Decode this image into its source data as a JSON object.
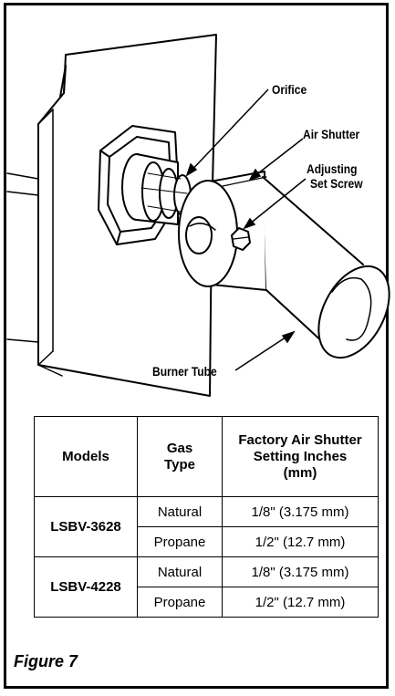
{
  "callouts": {
    "orifice": "Orifice",
    "air_shutter": "Air Shutter",
    "adjusting_line1": "Adjusting",
    "adjusting_line2": "Set Screw",
    "burner_tube": "Burner Tube"
  },
  "table": {
    "headers": {
      "models": "Models",
      "gas_type": "Gas Type",
      "setting": "Factory Air Shutter Setting Inches (mm)"
    },
    "groups": [
      {
        "model": "LSBV-3628",
        "rows": [
          {
            "gas": "Natural",
            "setting": "1/8\" (3.175 mm)"
          },
          {
            "gas": "Propane",
            "setting": "1/2\" (12.7 mm)"
          }
        ]
      },
      {
        "model": "LSBV-4228",
        "rows": [
          {
            "gas": "Natural",
            "setting": "1/8\" (3.175 mm)"
          },
          {
            "gas": "Propane",
            "setting": "1/2\" (12.7 mm)"
          }
        ]
      }
    ]
  },
  "figure_label": "Figure 7"
}
